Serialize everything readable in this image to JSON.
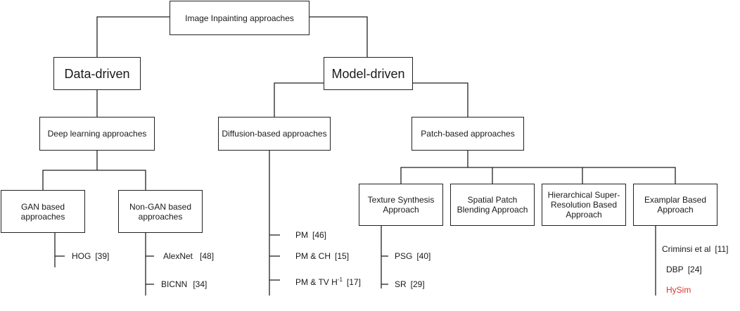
{
  "root": "Image Inpainting approaches",
  "data_driven": {
    "title": "Data-driven",
    "deep_learning": "Deep learning approaches",
    "gan": {
      "title": "GAN based approaches",
      "items": [
        {
          "name": "HOG",
          "ref": "[39]"
        }
      ]
    },
    "non_gan": {
      "title": "Non-GAN based approaches",
      "items": [
        {
          "name": "AlexNet",
          "ref": "[48]"
        },
        {
          "name": "BICNN",
          "ref": "[34]"
        }
      ]
    }
  },
  "model_driven": {
    "title": "Model-driven",
    "diffusion": {
      "title": "Diffusion-based approaches",
      "items": [
        {
          "name": "PM",
          "ref": "[46]"
        },
        {
          "name": "PM & CH",
          "ref": "[15]"
        },
        {
          "name": "PM & TV H",
          "sup": "-1",
          "ref": "[17]"
        }
      ]
    },
    "patch": {
      "title": "Patch-based approaches",
      "texture": {
        "title": "Texture Synthesis Approach",
        "items": [
          {
            "name": "PSG",
            "ref": "[40]"
          },
          {
            "name": "SR",
            "ref": "[29]"
          }
        ]
      },
      "spatial": {
        "title": "Spatial Patch Blending Approach"
      },
      "hierarchical": {
        "title": "Hierarchical Super-Resolution Based Approach"
      },
      "examplar": {
        "title": "Examplar Based Approach",
        "items": [
          {
            "name": "Criminsi et al",
            "ref": "[11]"
          },
          {
            "name": "DBP",
            "ref": "[24]"
          },
          {
            "name": "HySim",
            "ref": ""
          }
        ]
      }
    }
  },
  "colors": {
    "line": "#222222",
    "highlight": "#e5312b"
  }
}
